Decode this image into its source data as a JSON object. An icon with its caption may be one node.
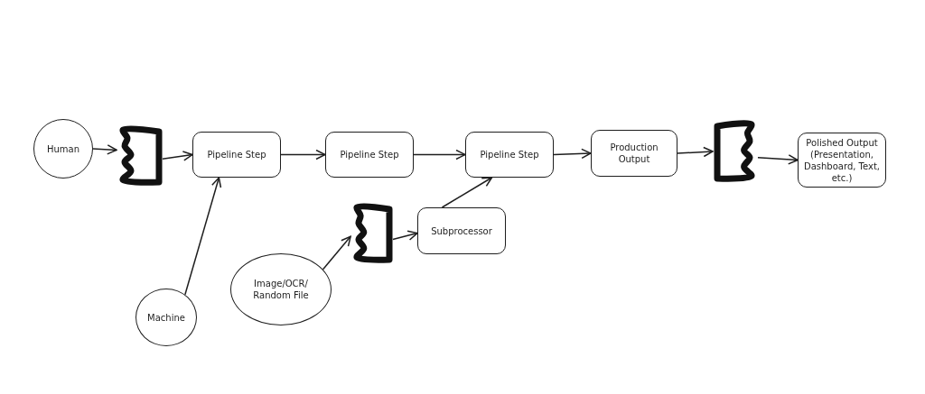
{
  "diagram": {
    "nodes": [
      {
        "text": [
          "Human"
        ]
      },
      {
        "text": [],
        "shape": "box"
      },
      {
        "text": [
          "Pipeline Step"
        ]
      },
      {
        "text": [
          "Pipeline Step"
        ]
      },
      {
        "text": [
          "Pipeline Step"
        ]
      },
      {
        "text": [
          "Production Output"
        ]
      },
      {
        "text": [],
        "shape": "box"
      },
      {
        "text": [
          "Polished Output (Presentation, Dashboard, Text, etc.)"
        ]
      },
      {
        "text": [],
        "shape": "box"
      },
      {
        "text": [
          "Subprocessor"
        ]
      },
      {
        "text": [
          "Image/OCR/ Random File"
        ]
      },
      {
        "text": [
          "Machine"
        ]
      }
    ],
    "edges": [
      {
        "from": 0,
        "to": 1,
        "arrow": "to"
      },
      {
        "from": 1,
        "to": 2,
        "arrow": "to"
      },
      {
        "from": 2,
        "to": 3,
        "arrow": "to"
      },
      {
        "from": 3,
        "to": 4,
        "arrow": "to"
      },
      {
        "from": 4,
        "to": 5,
        "arrow": "to"
      },
      {
        "from": 5,
        "to": 6,
        "arrow": "to"
      },
      {
        "from": 6,
        "to": 7,
        "arrow": "to"
      },
      {
        "from": 11,
        "to": 2,
        "arrow": "to"
      },
      {
        "from": 10,
        "to": 8,
        "arrow": "to"
      },
      {
        "from": 8,
        "to": 9,
        "arrow": "to"
      },
      {
        "from": 9,
        "to": 4,
        "arrow": "to"
      }
    ]
  }
}
